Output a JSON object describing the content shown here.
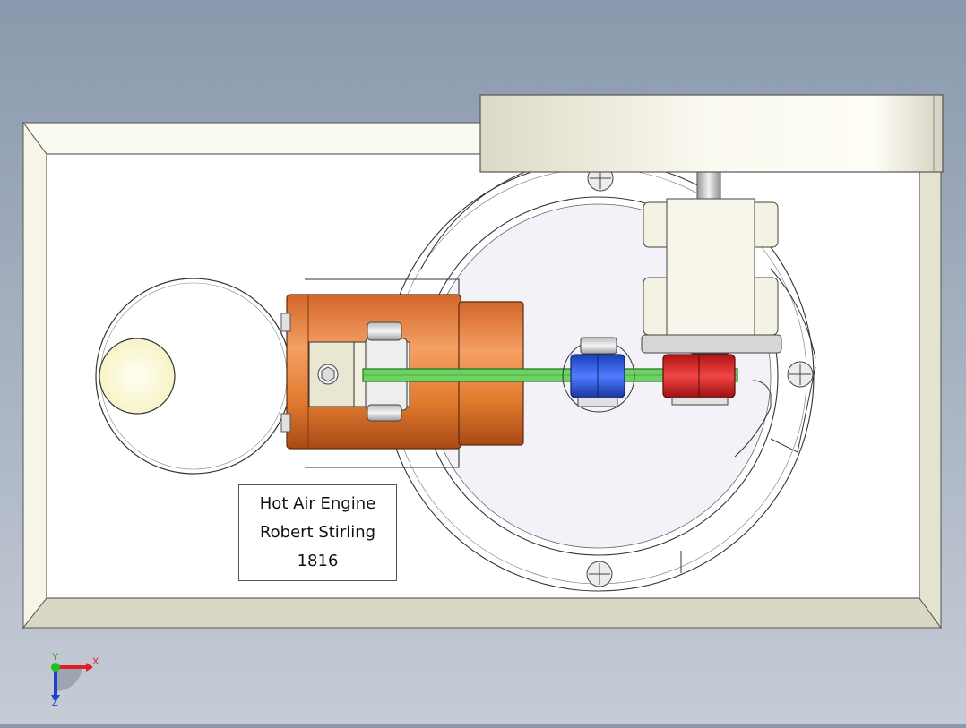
{
  "nameplate": {
    "line1": "Hot Air Engine",
    "line2": "Robert Stirling",
    "line3": "1816"
  },
  "triad": {
    "x_label": "X",
    "y_label": "Y",
    "z_label": "Z"
  },
  "colors": {
    "background_top": "#8a99ad",
    "background_bottom": "#c6ccd6",
    "base_plate": "#f3f2e4",
    "cylinder": "#e07a2e",
    "connecting_rod": "#5fc95a",
    "blue_bearing": "#2251d6",
    "red_bearing": "#d12020",
    "flywheel": "#f2f0e2"
  }
}
